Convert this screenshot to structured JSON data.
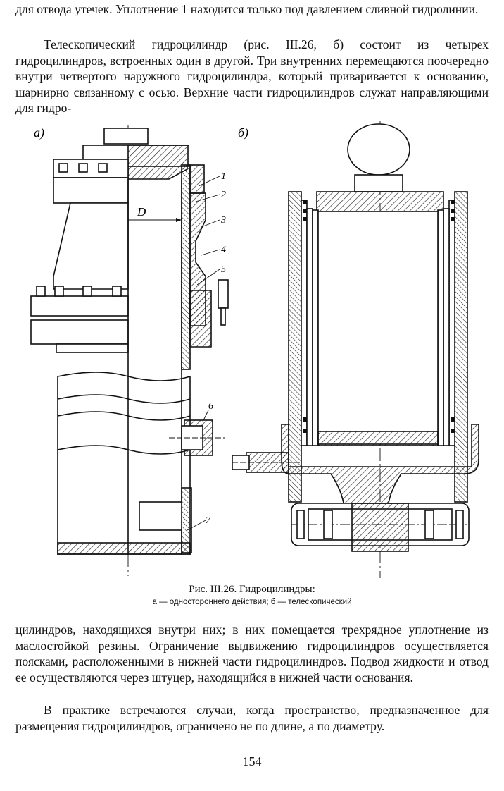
{
  "paragraphs": {
    "top1": "для отвода утечек. Уплотнение 1 находится только под давлением сливной гидролинии.",
    "top2": "Телескопический гидроцилиндр (рис. III.26, б) состоит из четырех гидроцилиндров, встроенных один в другой. Три внутренних перемещаются поочередно внутри четвертого наружного гидроцилиндра, который приваривается к основанию, шарнирно связанному с осью. Верхние части гидроцилиндров служат направляющими для гидро-",
    "bot1": "цилиндров, находящихся внутри них; в них помещается трехрядное уплотнение из маслостойкой резины. Ограничение выдвижению гидроцилиндров осуществляется поясками, расположенными в нижней части гидроцилиндров. Подвод жидкости и отвод ее осуществляются через штуцер, находящийся в нижней части основания.",
    "bot2": "В практике встречаются случаи, когда пространство, предназначенное для размещения гидроцилиндров, ограничено не по длине, а по диаметру."
  },
  "figure": {
    "label_a": "а)",
    "label_b": "б)",
    "dim_label": "D",
    "callouts": [
      "1",
      "2",
      "3",
      "4",
      "5",
      "6",
      "7"
    ]
  },
  "caption": {
    "title": "Рис. III.26. Гидроцилиндры:",
    "subtitle": "а — одностороннего действия; б — телескопический"
  },
  "page_number": "154"
}
